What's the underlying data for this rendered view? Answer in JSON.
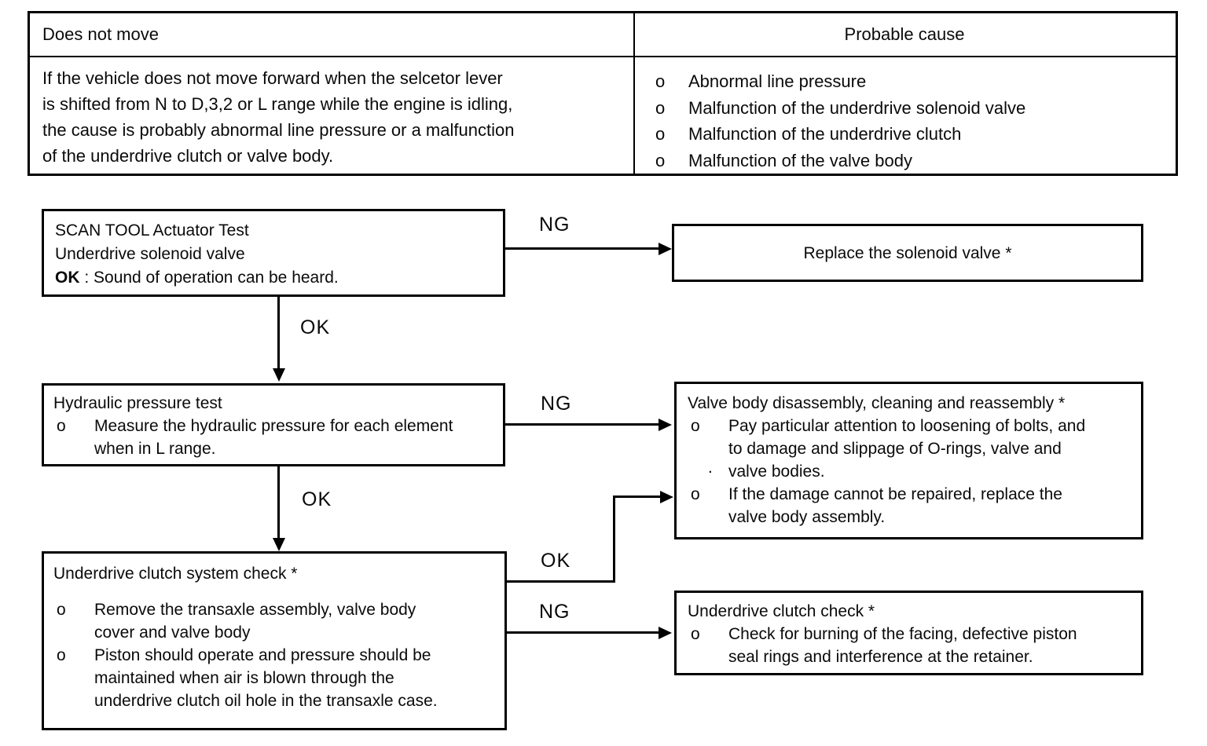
{
  "colors": {
    "ink": "#0a0a0a",
    "border": "#000000",
    "background": "#ffffff"
  },
  "table": {
    "symptom_header": "Does not move",
    "cause_header": "Probable cause",
    "symptom_text": "If the vehicle does not move forward when the selcetor lever\nis shifted from N to D,3,2 or L range while the engine is idling,\nthe cause is probably abnormal line pressure or a malfunction\nof the underdrive clutch or valve body.",
    "bullet_marker": "o",
    "causes": [
      "Abnormal line pressure",
      "Malfunction of the underdrive solenoid valve",
      "Malfunction of the underdrive clutch",
      "Malfunction of the valve body"
    ]
  },
  "flow": {
    "bullet_marker": "o",
    "scan_tool_box": {
      "line1": "SCAN TOOL Actuator Test",
      "line2": "Underdrive solenoid valve",
      "ok_prefix": "OK",
      "ok_text": " : Sound of operation can be heard."
    },
    "replace_solenoid_box": {
      "text": "Replace the solenoid valve *"
    },
    "hydraulic_box": {
      "title": "Hydraulic pressure test",
      "bullet1": "Measure the hydraulic pressure for each element\nwhen in L range."
    },
    "valve_body_box": {
      "title": "Valve body disassembly, cleaning and reassembly *",
      "bullet1": "Pay particular attention to loosening of bolts, and\nto damage and slippage of O-rings, valve and\nvalve bodies.",
      "bullet2": "If the damage cannot be repaired, replace the\nvalve body assembly."
    },
    "underdrive_system_box": {
      "title": "Underdrive clutch system check *",
      "bullet1": "Remove the transaxle assembly, valve body\ncover and valve body",
      "bullet2": "Piston should operate and pressure should be\nmaintained when air is blown through the\nunderdrive clutch oil hole in the transaxle case."
    },
    "underdrive_check_box": {
      "title": "Underdrive clutch check *",
      "bullet1": "Check for burning of the facing, defective piston\nseal rings and interference at the retainer."
    },
    "labels": {
      "ng1": "NG",
      "ok1": "OK",
      "ng2": "NG",
      "ok2": "OK",
      "ok3": "OK",
      "ng3": "NG"
    },
    "artifacts": {
      "stray_period": "."
    }
  }
}
